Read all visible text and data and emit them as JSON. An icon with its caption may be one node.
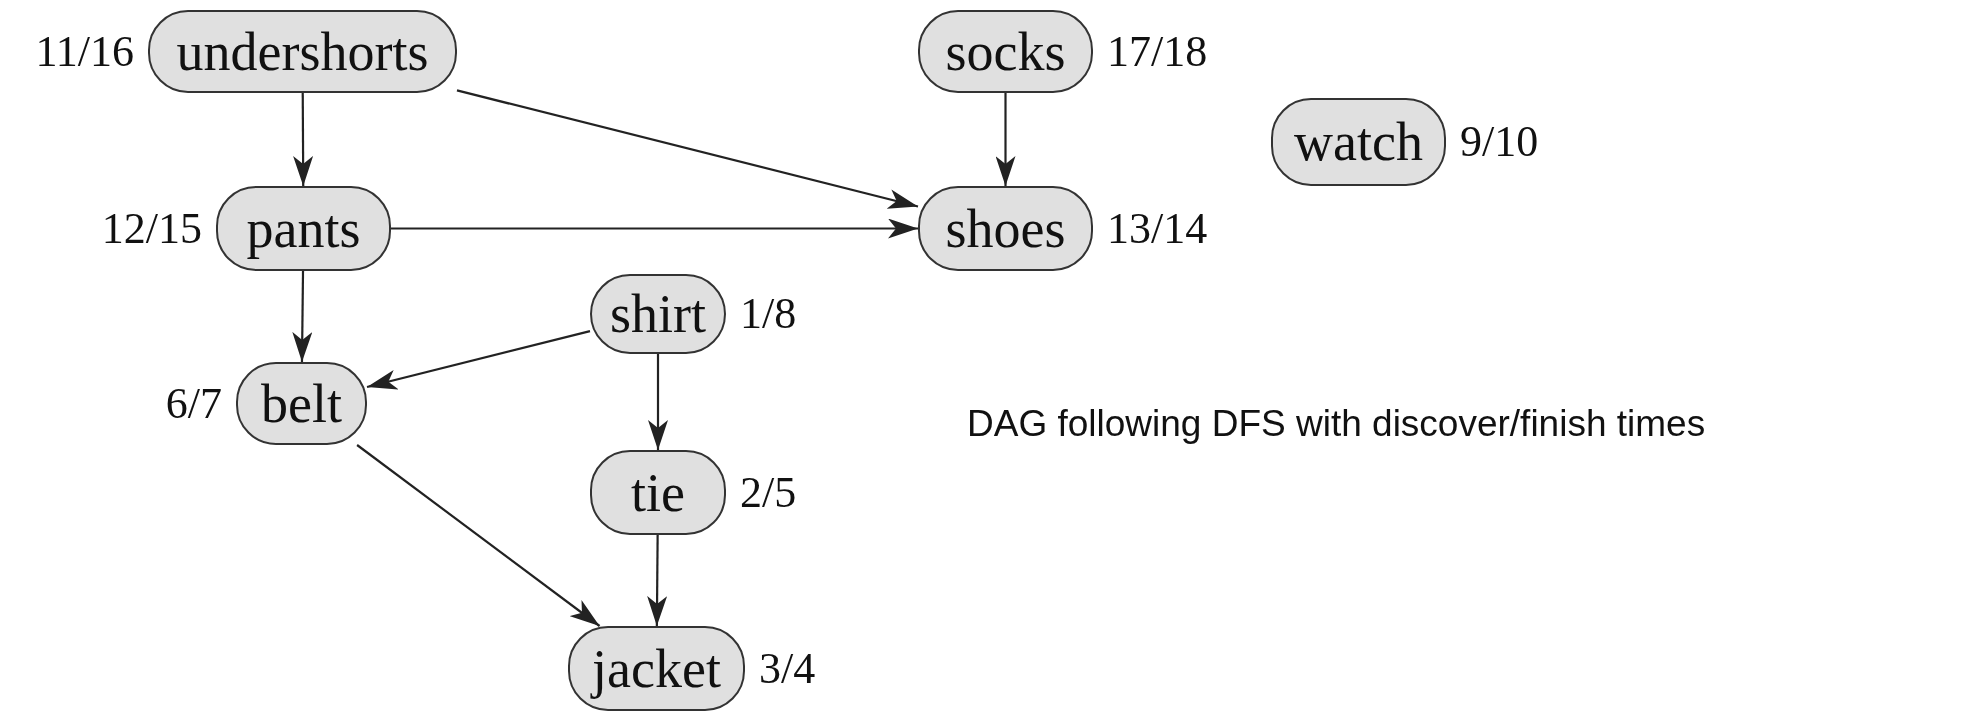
{
  "diagram": {
    "caption": "DAG following DFS with discover/finish times",
    "nodes": [
      {
        "text": [
          "undershorts"
        ],
        "beside": [
          "11/16"
        ]
      },
      {
        "text": [
          "socks"
        ],
        "beside": [
          "17/18"
        ]
      },
      {
        "text": [
          "watch"
        ],
        "beside": [
          "9/10"
        ]
      },
      {
        "text": [
          "pants"
        ],
        "beside": [
          "12/15"
        ]
      },
      {
        "text": [
          "shoes"
        ],
        "beside": [
          "13/14"
        ]
      },
      {
        "text": [
          "shirt"
        ],
        "beside": [
          "1/8"
        ]
      },
      {
        "text": [
          "belt"
        ],
        "beside": [
          "6/7"
        ]
      },
      {
        "text": [
          "tie"
        ],
        "beside": [
          "2/5"
        ]
      },
      {
        "text": [
          "jacket"
        ],
        "beside": [
          "3/4"
        ]
      }
    ],
    "edges": [
      {
        "from": 0,
        "to": 3,
        "arrow": "to"
      },
      {
        "from": 0,
        "to": 4,
        "arrow": "to"
      },
      {
        "from": 1,
        "to": 4,
        "arrow": "to"
      },
      {
        "from": 3,
        "to": 4,
        "arrow": "to"
      },
      {
        "from": 3,
        "to": 6,
        "arrow": "to"
      },
      {
        "from": 5,
        "to": 6,
        "arrow": "to"
      },
      {
        "from": 5,
        "to": 7,
        "arrow": "to"
      },
      {
        "from": 7,
        "to": 8,
        "arrow": "to"
      },
      {
        "from": 6,
        "to": 8,
        "arrow": "to"
      }
    ]
  }
}
